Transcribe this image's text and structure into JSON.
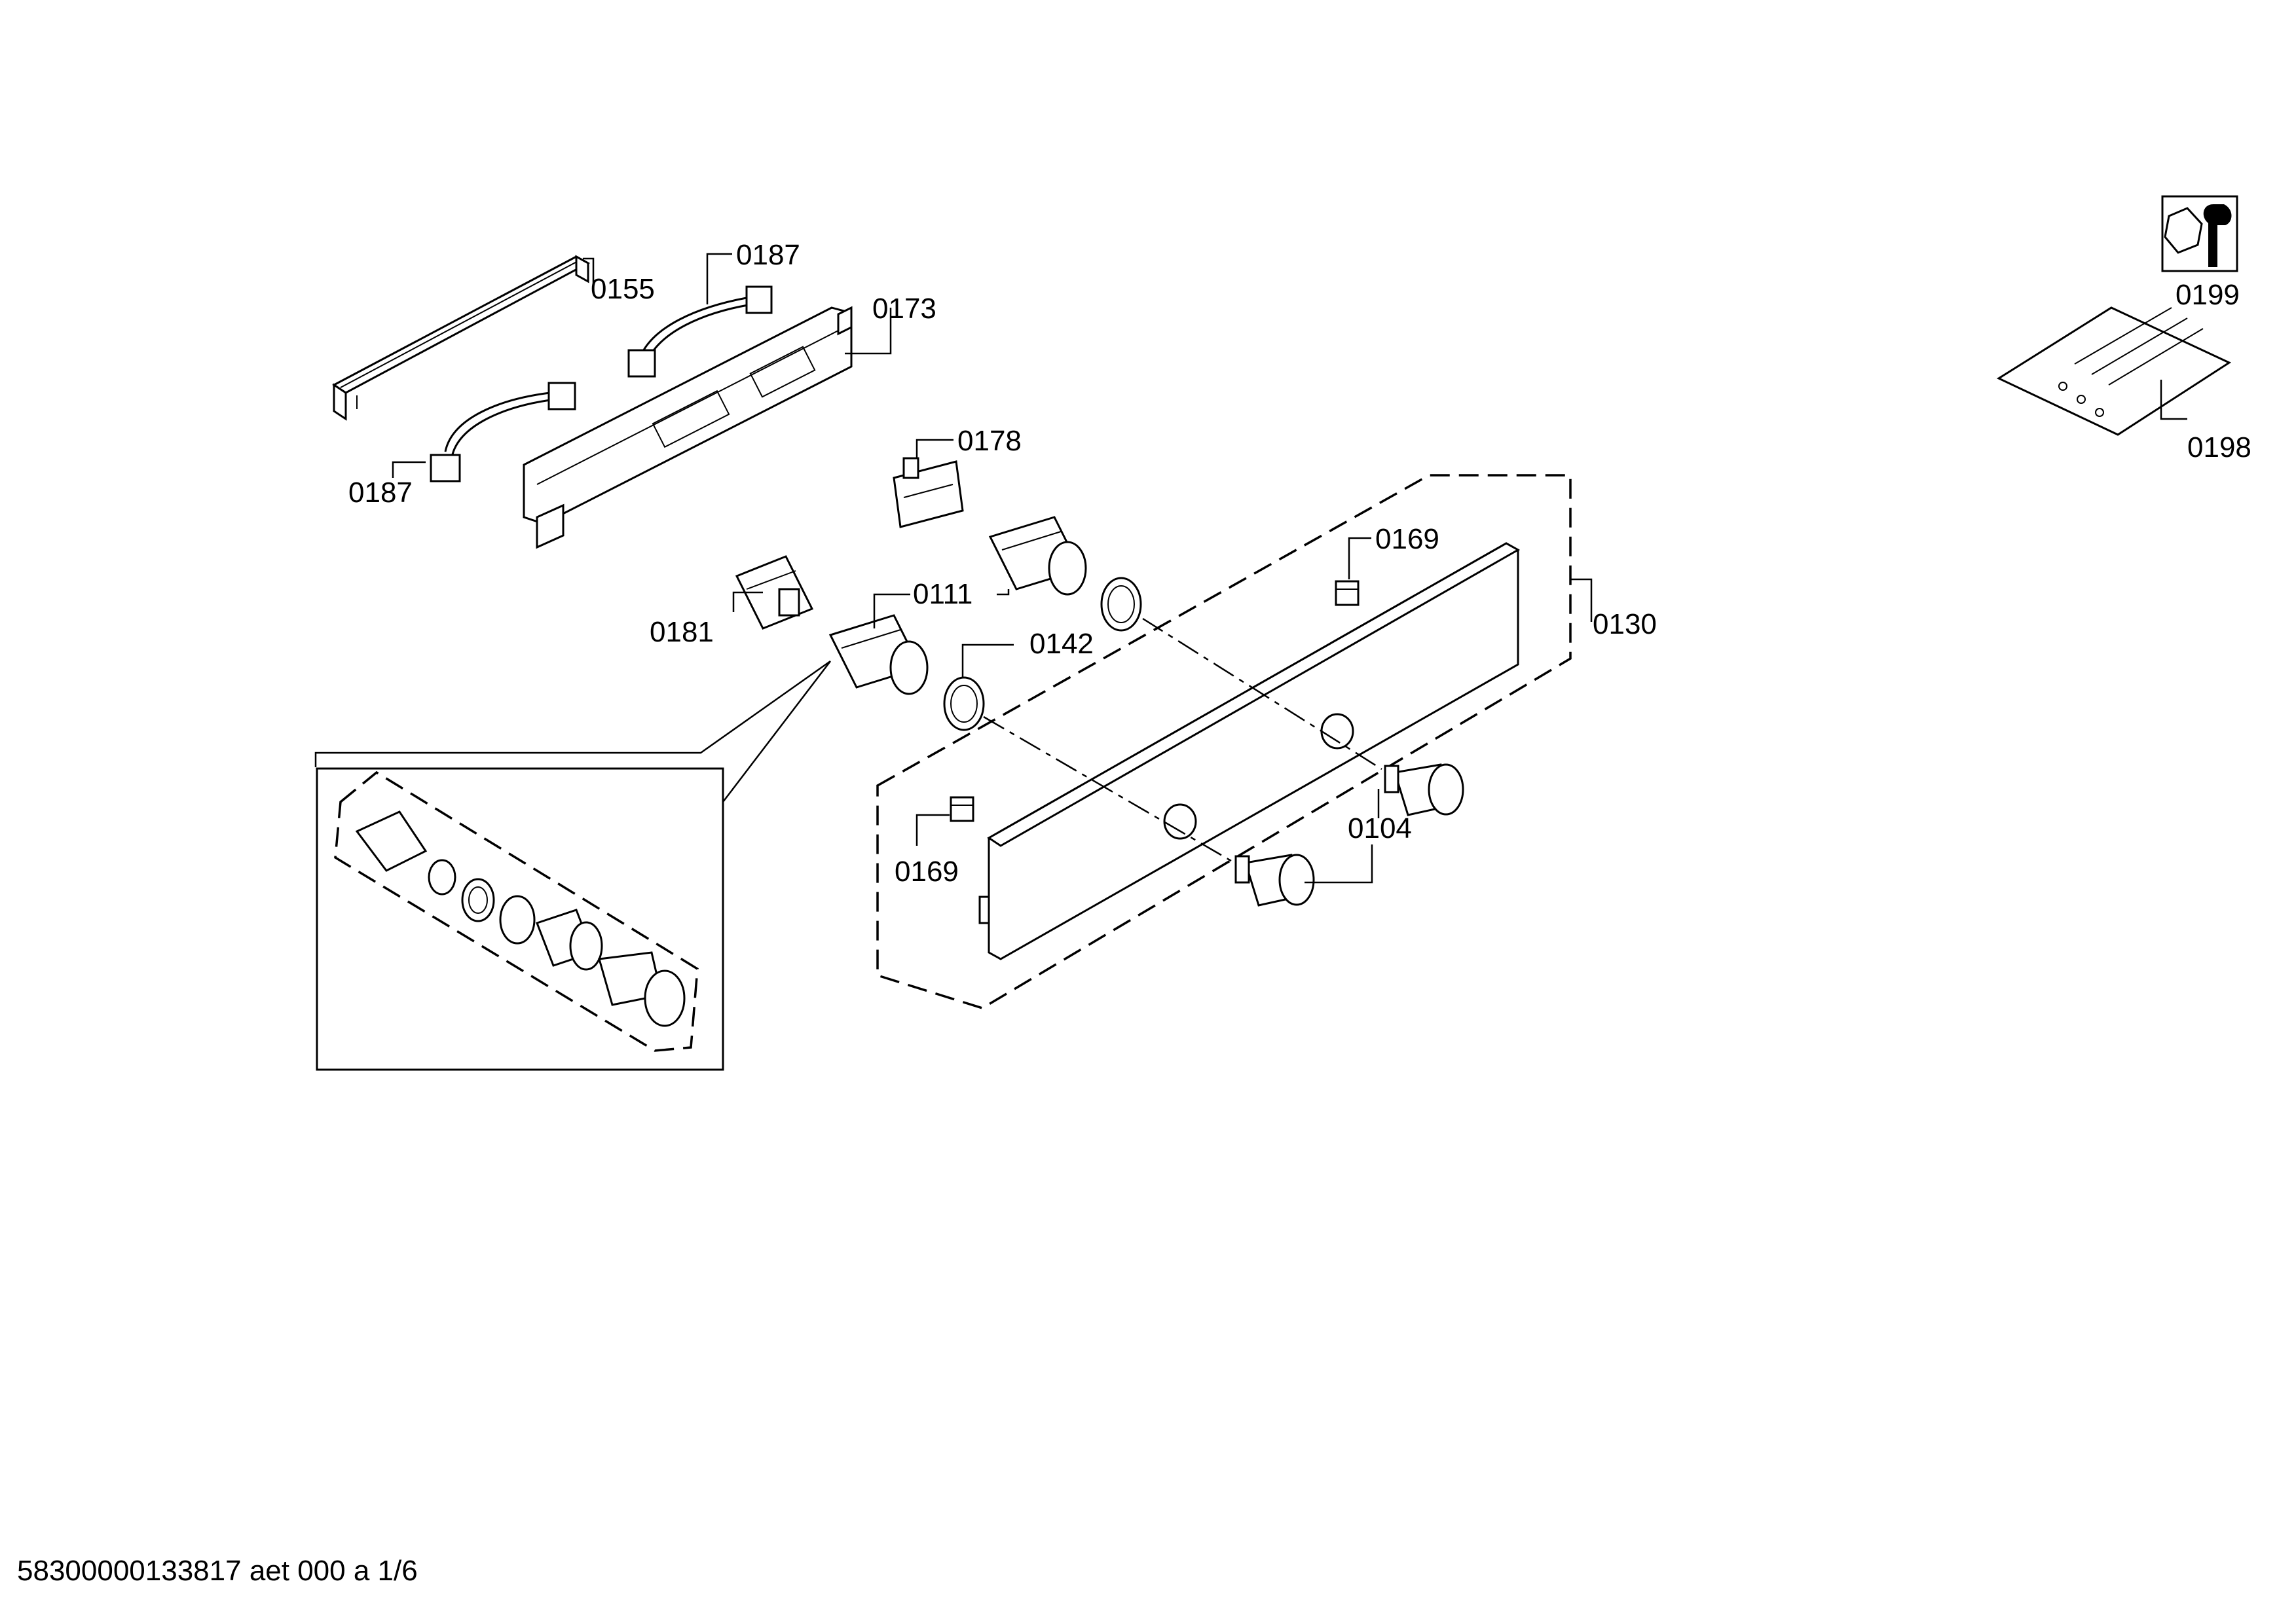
{
  "document_reference": "58300000133817 aet 000 a 1/6",
  "callouts": {
    "c0155": "0155",
    "c0187_top": "0187",
    "c0173": "0173",
    "c0187_left": "0187",
    "c0178": "0178",
    "c0111": "0111",
    "c0181": "0181",
    "c0142": "0142",
    "c0169_top": "0169",
    "c0130": "0130",
    "c0169_left": "0169",
    "c0104": "0104",
    "c0199": "0199",
    "c0198": "0198"
  },
  "icons": {
    "service_tool": "wrench-nut-icon",
    "fastener_bag": "screw-bag-icon"
  }
}
